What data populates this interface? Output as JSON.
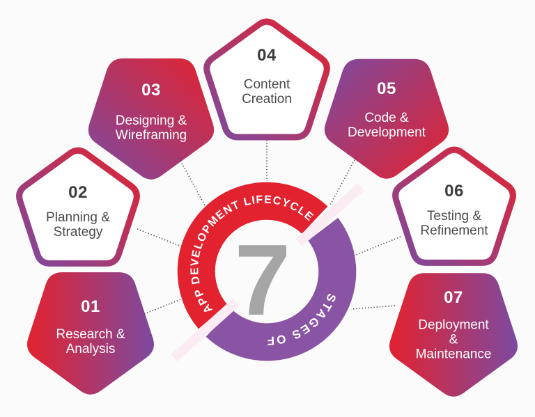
{
  "ring": {
    "top_arc_label": "APP DEVELOPMENT LIFECYCLE",
    "bottom_arc_label": "STAGES OF",
    "center_number": "7"
  },
  "stages": [
    {
      "number": "01",
      "label": "Research &\nAnalysis",
      "variant": "gradient-filled"
    },
    {
      "number": "02",
      "label": "Planning &\nStrategy",
      "variant": "outlined"
    },
    {
      "number": "03",
      "label": "Designing &\nWireframing",
      "variant": "gradient-filled"
    },
    {
      "number": "04",
      "label": "Content\nCreation",
      "variant": "outlined"
    },
    {
      "number": "05",
      "label": "Code &\nDevelopment",
      "variant": "gradient-filled"
    },
    {
      "number": "06",
      "label": "Testing &\nRefinement",
      "variant": "outlined"
    },
    {
      "number": "07",
      "label": "Deployment\n&\nMaintenance",
      "variant": "gradient-filled"
    }
  ],
  "colors": {
    "red": "#e3222f",
    "purple": "#7c4aa0",
    "ring_purple": "#8a54a5",
    "gap_stripe": "#fbecf3",
    "center_number_gray": "#a5a5a5",
    "dotted_line": "#4d4d4d",
    "white_text": "#ffffff",
    "dark_text": "#3d3d3d",
    "background": "#fcfbfb"
  }
}
